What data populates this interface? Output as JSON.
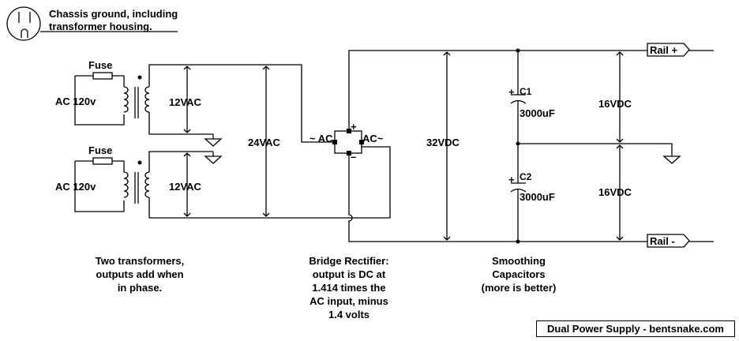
{
  "outlet_note": [
    "Chassis ground, including",
    "transformer housing."
  ],
  "transformers": [
    {
      "fuse": "Fuse",
      "input": "AC 120v",
      "output": "12VAC"
    },
    {
      "fuse": "Fuse",
      "input": "AC 120v",
      "output": "12VAC"
    }
  ],
  "combined_ac": "24VAC",
  "bridge": {
    "ac_left": "~ AC",
    "ac_right": "AC~",
    "plus": "+",
    "minus": "–"
  },
  "dc_total": "32VDC",
  "capacitors": [
    {
      "name": "C1",
      "value": "3000uF"
    },
    {
      "name": "C2",
      "value": "3000uF"
    }
  ],
  "half_voltages": [
    "16VDC",
    "16VDC"
  ],
  "rails": {
    "plus": "Rail +",
    "minus": "Rail -"
  },
  "captions": {
    "transformers": [
      "Two transformers,",
      "outputs add when",
      "in phase."
    ],
    "bridge": [
      "Bridge Rectifier:",
      "output is DC at",
      "1.414 times the",
      "AC input, minus",
      "1.4 volts"
    ],
    "capacitors": [
      "Smoothing",
      "Capacitors",
      "(more is better)"
    ]
  },
  "credit": "Dual Power Supply - bentsnake.com"
}
